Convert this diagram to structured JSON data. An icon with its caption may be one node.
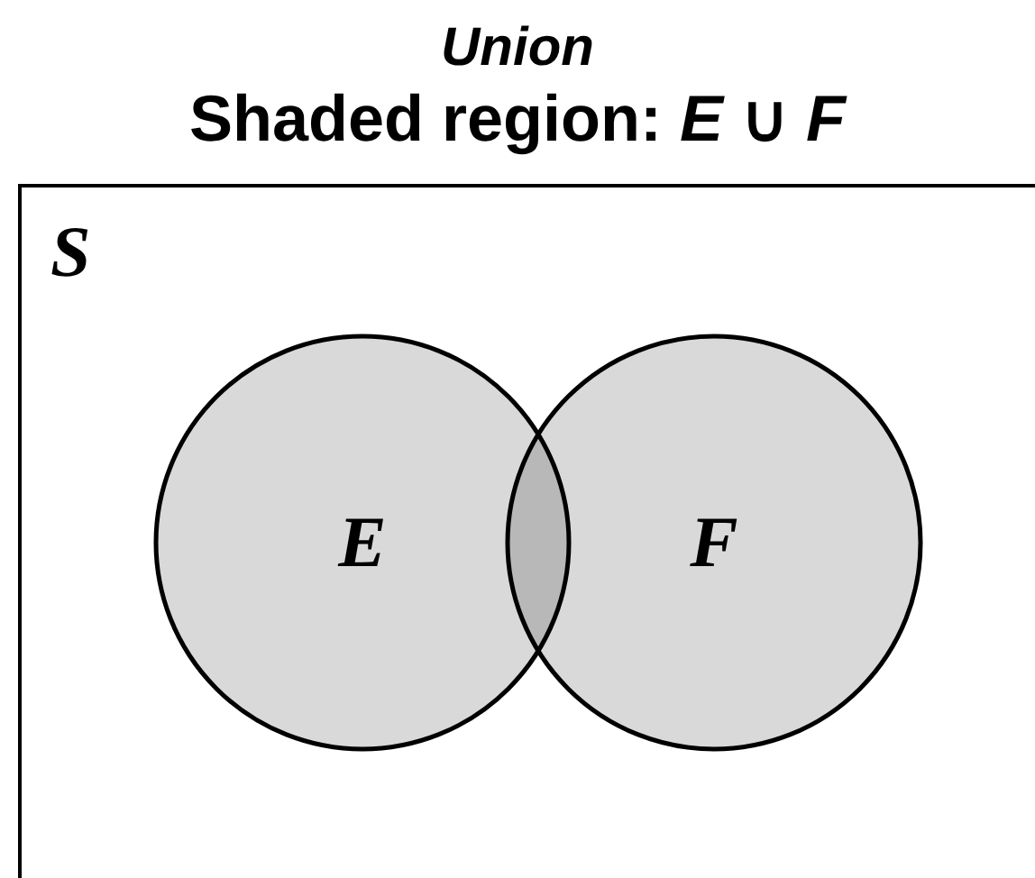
{
  "diagram": {
    "title": "Union",
    "nodes": [
      {
        "text": [
          "S"
        ]
      },
      {
        "text": [
          "E"
        ],
        "in": 0
      },
      {
        "text": [
          "F"
        ],
        "in": 0
      }
    ],
    "labels": [
      "Shaded region: *E* ∪ *F*"
    ]
  }
}
